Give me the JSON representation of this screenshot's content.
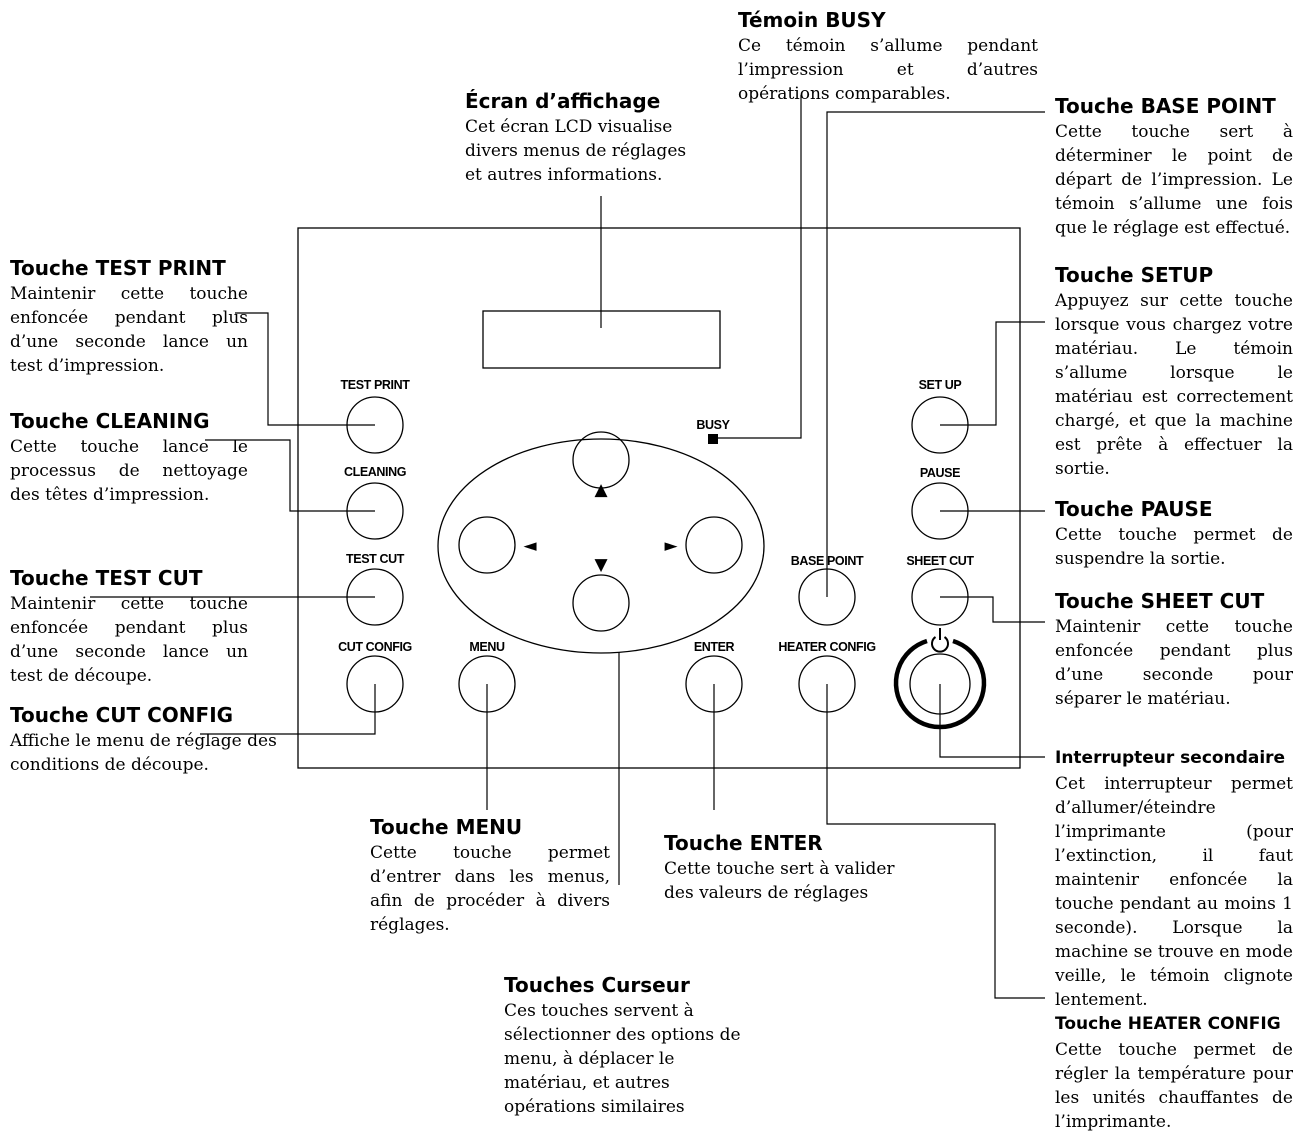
{
  "panel": {
    "labels": {
      "test_print": "TEST PRINT",
      "cleaning": "CLEANING",
      "test_cut": "TEST CUT",
      "cut_config": "CUT CONFIG",
      "menu": "MENU",
      "enter": "ENTER",
      "heater_config": "HEATER CONFIG",
      "base_point": "BASE POINT",
      "set_up": "SET UP",
      "pause": "PAUSE",
      "sheet_cut": "SHEET CUT",
      "busy": "BUSY"
    },
    "arrows": {
      "up": "▲",
      "down": "▼",
      "left": "◄",
      "right": "►"
    },
    "power_icon": "power-icon"
  },
  "annotations": {
    "busy": {
      "title": "Témoin BUSY",
      "desc": "Ce témoin s’allume pendant l’impression et d’autres opérations comparables."
    },
    "display": {
      "title": "Écran d’affichage",
      "desc": "Cet écran LCD visualise divers menus de réglages et autres informations."
    },
    "base_point": {
      "title": "Touche BASE POINT",
      "desc": "Cette touche sert à déterminer le point de départ de l’impression. Le témoin s’allume une fois que le réglage est effectué."
    },
    "setup": {
      "title": "Touche SETUP",
      "desc": "Appuyez sur cette touche lorsque vous chargez votre matériau. Le témoin s’allume lorsque le matériau est correctement chargé, et que la machine est prête à effectuer la sortie."
    },
    "pause": {
      "title": "Touche PAUSE",
      "desc": "Cette touche permet de suspendre la sortie."
    },
    "sheet_cut": {
      "title": "Touche SHEET CUT",
      "desc": "Maintenir cette touche enfoncée pendant plus d’une seconde pour séparer le matériau."
    },
    "sub_switch": {
      "title": "Interrupteur secondaire",
      "desc": "Cet interrupteur permet d’allumer/éteindre l’imprimante (pour l’extinction, il faut maintenir enfoncée la touche pendant au moins 1 seconde). Lorsque la machine se trouve en mode veille, le témoin clignote lentement."
    },
    "heater_config": {
      "title": "Touche HEATER CONFIG",
      "desc": "Cette touche permet de régler la température pour les unités chauffantes de l’imprimante."
    },
    "test_print": {
      "title": "Touche TEST PRINT",
      "desc": "Maintenir cette touche enfoncée pendant plus d’une seconde lance un test d’impression."
    },
    "cleaning": {
      "title": "Touche CLEANING",
      "desc": "Cette touche lance le processus de nettoyage des têtes d’impression."
    },
    "test_cut": {
      "title": "Touche  TEST CUT",
      "desc": "Maintenir cette touche enfoncée pendant plus d’une seconde lance un test de découpe."
    },
    "cut_config": {
      "title": "Touche  CUT CONFIG",
      "desc": "Affiche le menu de réglage des conditions de découpe."
    },
    "menu": {
      "title": "Touche MENU",
      "desc": "Cette touche permet d’entrer dans les menus, afin de procéder à divers réglages."
    },
    "enter": {
      "title": "Touche ENTER",
      "desc": "Cette touche sert à valider des valeurs de réglages"
    },
    "cursor": {
      "title": "Touches Curseur",
      "desc": "Ces touches servent à sélectionner des options de menu, à déplacer le matériau, et autres opérations similaires"
    }
  }
}
